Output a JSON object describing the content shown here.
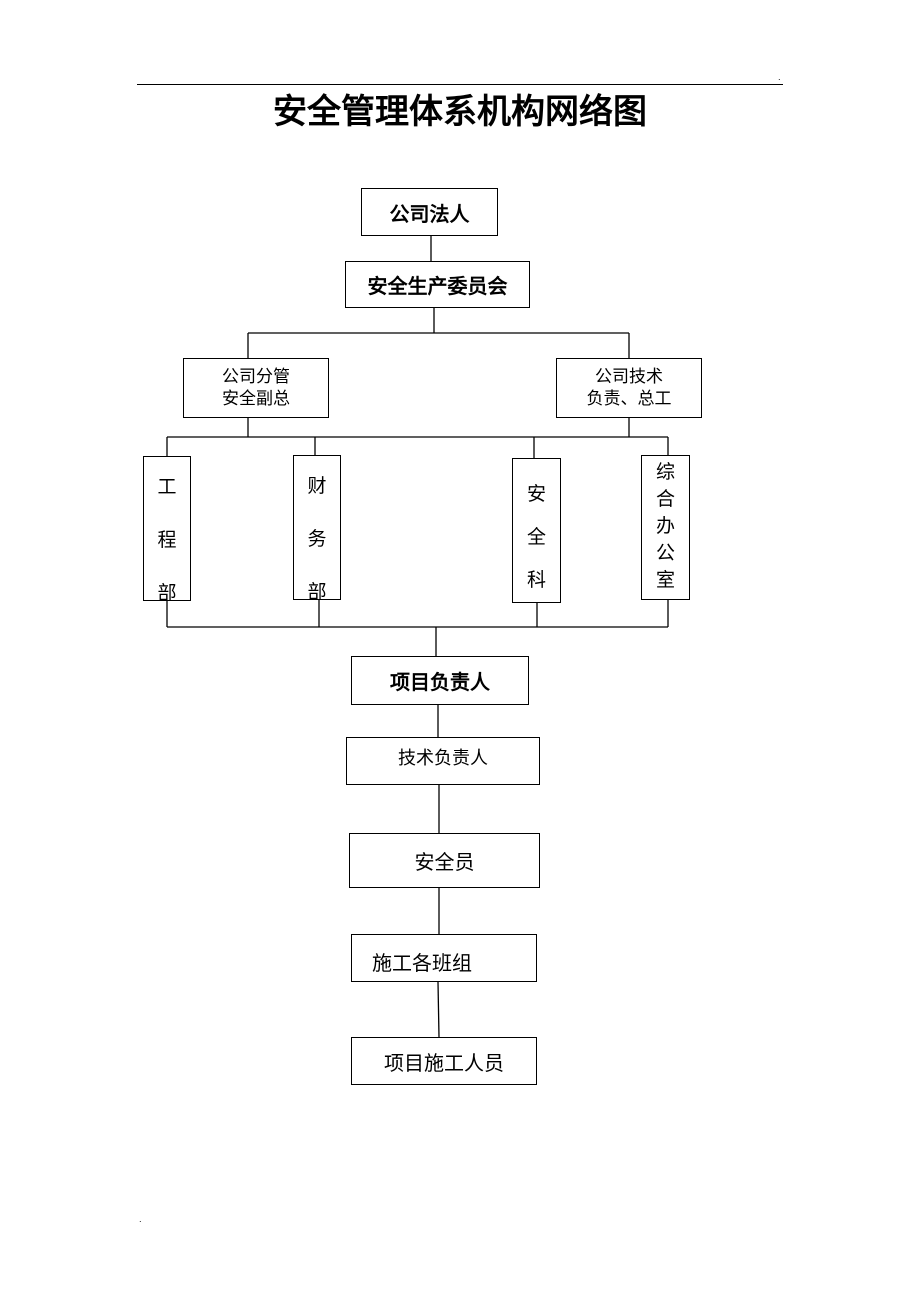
{
  "page": {
    "title": "安全管理体系机构网络图",
    "top_mark": ".",
    "bottom_mark": "."
  },
  "org": {
    "legal_person": "公司法人",
    "committee": "安全生产委员会",
    "vp_safety": {
      "line1": "公司分管",
      "line2": "安全副总"
    },
    "chief_engineer": {
      "line1": "公司技术",
      "line2": "负责、总工"
    },
    "departments": [
      {
        "chars": [
          "工",
          "程",
          "部"
        ]
      },
      {
        "chars": [
          "财",
          "务",
          "部"
        ]
      },
      {
        "chars": [
          "安",
          "全",
          "科"
        ]
      },
      {
        "chars": [
          "综",
          "合",
          "办",
          "公",
          "室"
        ]
      }
    ],
    "project_manager": "项目负责人",
    "technical_lead": "技术负责人",
    "safety_officer": "安全员",
    "work_teams": "施工各班组",
    "project_workers": "项目施工人员"
  }
}
